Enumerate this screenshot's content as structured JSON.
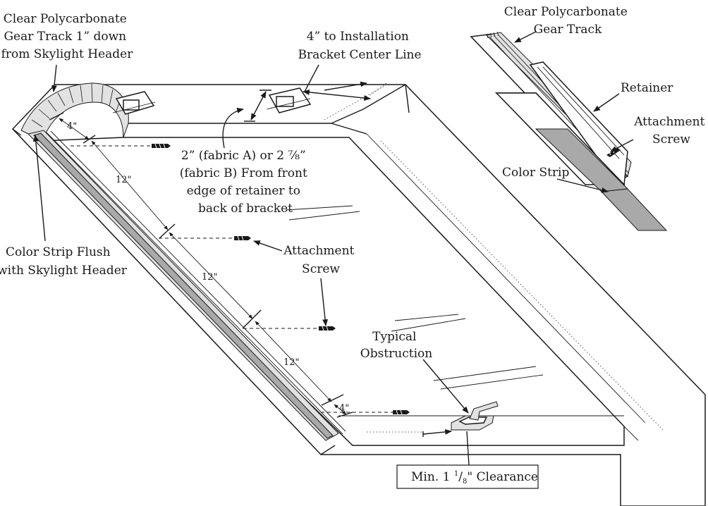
{
  "labels": {
    "gear_track_main": [
      "Clear Polycarbonate",
      "Gear Track 1” down",
      "from Skylight Header"
    ],
    "installation_bracket": [
      "4” to Installation",
      "Bracket Center Line"
    ],
    "detail_gear_track": [
      "Clear Polycarbonate",
      "Gear Track"
    ],
    "retainer": "Retainer",
    "detail_attachment_screw": [
      "Attachment",
      "Screw"
    ],
    "detail_color_strip": "Color Strip",
    "fabric_offset": [
      "2” (fabric A) or 2 ⅞”",
      "(fabric B) From front",
      "edge of retainer to",
      "back of bracket"
    ],
    "color_strip_flush": [
      "Color Strip Flush",
      "with Skylight Header"
    ],
    "attachment_screw": [
      "Attachment",
      "Screw"
    ],
    "typical_obstruction": [
      "Typical",
      "Obstruction"
    ],
    "clearance": {
      "prefix": "Min. 1 ",
      "numerator": "1",
      "slash": "/",
      "denominator": "8",
      "suffix": "\" Clearance"
    }
  },
  "dimensions": {
    "top_offset": "4\"",
    "spacing_1": "12\"",
    "spacing_2": "12\"",
    "spacing_3": "12\"",
    "bottom_offset": "4\""
  },
  "colors": {
    "line": "#1a1a1a",
    "color_strip_fill": "#a9a9a9",
    "track_fill": "#e2e2e2",
    "background": "#ffffff"
  }
}
